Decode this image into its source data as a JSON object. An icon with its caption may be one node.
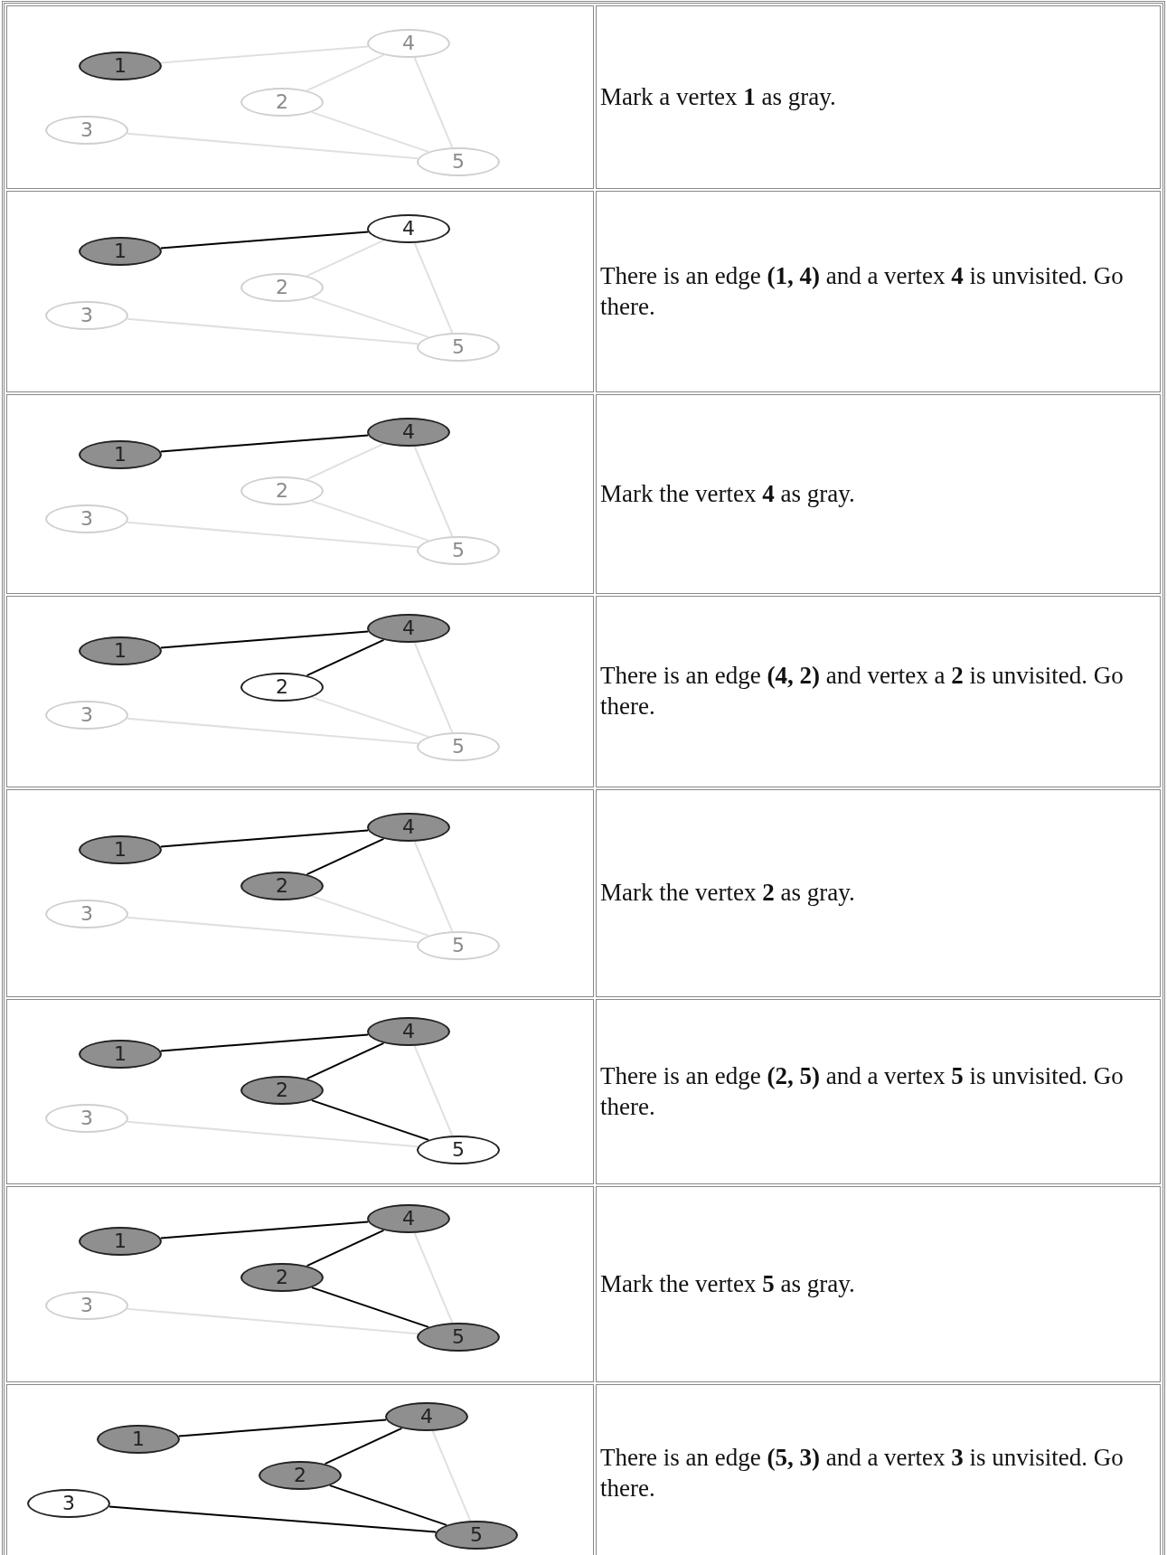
{
  "diagram": {
    "nodes": [
      {
        "text": [
          "1"
        ]
      },
      {
        "text": [
          "4"
        ]
      },
      {
        "text": [
          "2"
        ]
      },
      {
        "text": [
          "3"
        ]
      },
      {
        "text": [
          "5"
        ]
      },
      {
        "text": [
          "1"
        ]
      },
      {
        "text": [
          "4"
        ]
      },
      {
        "text": [
          "2"
        ]
      },
      {
        "text": [
          "3"
        ]
      },
      {
        "text": [
          "5"
        ]
      },
      {
        "text": [
          "1"
        ]
      },
      {
        "text": [
          "4"
        ]
      },
      {
        "text": [
          "2"
        ]
      },
      {
        "text": [
          "3"
        ]
      },
      {
        "text": [
          "5"
        ]
      },
      {
        "text": [
          "1"
        ]
      },
      {
        "text": [
          "4"
        ]
      },
      {
        "text": [
          "2"
        ]
      },
      {
        "text": [
          "3"
        ]
      },
      {
        "text": [
          "5"
        ]
      },
      {
        "text": [
          "1"
        ]
      },
      {
        "text": [
          "4"
        ]
      },
      {
        "text": [
          "2"
        ]
      },
      {
        "text": [
          "3"
        ]
      },
      {
        "text": [
          "5"
        ]
      },
      {
        "text": [
          "1"
        ]
      },
      {
        "text": [
          "4"
        ]
      },
      {
        "text": [
          "2"
        ]
      },
      {
        "text": [
          "3"
        ]
      },
      {
        "text": [
          "5"
        ]
      },
      {
        "text": [
          "1"
        ]
      },
      {
        "text": [
          "4"
        ]
      },
      {
        "text": [
          "2"
        ]
      },
      {
        "text": [
          "3"
        ]
      },
      {
        "text": [
          "5"
        ]
      },
      {
        "text": [
          "1"
        ]
      },
      {
        "text": [
          "4"
        ]
      },
      {
        "text": [
          "2"
        ]
      },
      {
        "text": [
          "3"
        ]
      },
      {
        "text": [
          "5"
        ]
      }
    ],
    "edges": [
      {
        "from": 0,
        "to": 1,
        "arrow": "none"
      },
      {
        "from": 1,
        "to": 2,
        "arrow": "none"
      },
      {
        "from": 1,
        "to": 4,
        "arrow": "none"
      },
      {
        "from": 2,
        "to": 4,
        "arrow": "none"
      },
      {
        "from": 3,
        "to": 4,
        "arrow": "none"
      },
      {
        "from": 5,
        "to": 6,
        "arrow": "none",
        "color": "#000000"
      },
      {
        "from": 6,
        "to": 7,
        "arrow": "none"
      },
      {
        "from": 6,
        "to": 9,
        "arrow": "none"
      },
      {
        "from": 7,
        "to": 9,
        "arrow": "none"
      },
      {
        "from": 8,
        "to": 9,
        "arrow": "none"
      },
      {
        "from": 10,
        "to": 11,
        "arrow": "none",
        "color": "#000000"
      },
      {
        "from": 11,
        "to": 12,
        "arrow": "none"
      },
      {
        "from": 11,
        "to": 14,
        "arrow": "none"
      },
      {
        "from": 12,
        "to": 14,
        "arrow": "none"
      },
      {
        "from": 13,
        "to": 14,
        "arrow": "none"
      },
      {
        "from": 15,
        "to": 16,
        "arrow": "none",
        "color": "#000000"
      },
      {
        "from": 16,
        "to": 17,
        "arrow": "none",
        "color": "#000000"
      },
      {
        "from": 16,
        "to": 19,
        "arrow": "none"
      },
      {
        "from": 17,
        "to": 19,
        "arrow": "none"
      },
      {
        "from": 18,
        "to": 19,
        "arrow": "none"
      },
      {
        "from": 20,
        "to": 21,
        "arrow": "none",
        "color": "#000000"
      },
      {
        "from": 21,
        "to": 22,
        "arrow": "none",
        "color": "#000000"
      },
      {
        "from": 21,
        "to": 24,
        "arrow": "none"
      },
      {
        "from": 22,
        "to": 24,
        "arrow": "none"
      },
      {
        "from": 23,
        "to": 24,
        "arrow": "none"
      },
      {
        "from": 25,
        "to": 26,
        "arrow": "none",
        "color": "#000000"
      },
      {
        "from": 26,
        "to": 27,
        "arrow": "none",
        "color": "#000000"
      },
      {
        "from": 26,
        "to": 29,
        "arrow": "none"
      },
      {
        "from": 27,
        "to": 29,
        "arrow": "none",
        "color": "#000000"
      },
      {
        "from": 28,
        "to": 29,
        "arrow": "none"
      },
      {
        "from": 30,
        "to": 31,
        "arrow": "none",
        "color": "#000000"
      },
      {
        "from": 31,
        "to": 32,
        "arrow": "none",
        "color": "#000000"
      },
      {
        "from": 31,
        "to": 34,
        "arrow": "none"
      },
      {
        "from": 32,
        "to": 34,
        "arrow": "none",
        "color": "#000000"
      },
      {
        "from": 33,
        "to": 34,
        "arrow": "none"
      },
      {
        "from": 35,
        "to": 36,
        "arrow": "none",
        "color": "#000000"
      },
      {
        "from": 36,
        "to": 37,
        "arrow": "none",
        "color": "#000000"
      },
      {
        "from": 36,
        "to": 39,
        "arrow": "none"
      },
      {
        "from": 37,
        "to": 39,
        "arrow": "none",
        "color": "#000000"
      },
      {
        "from": 38,
        "to": 39,
        "arrow": "none",
        "color": "#000000"
      }
    ],
    "labels": [
      "Mark a vertex **1** as gray.",
      "There is an edge **(1, 4)** and a vertex **4** is unvisited. Go there.",
      "Mark the vertex **4** as gray.",
      "There is an edge **(4, 2)** and vertex a **2** is unvisited. Go there.",
      "Mark the vertex **2** as gray.",
      "There is an edge **(2, 5)** and a vertex **5** is unvisited. Go there.",
      "Mark the vertex **5** as gray.",
      "There is an edge **(5, 3)** and a vertex **3** is unvisited. Go there."
    ]
  }
}
